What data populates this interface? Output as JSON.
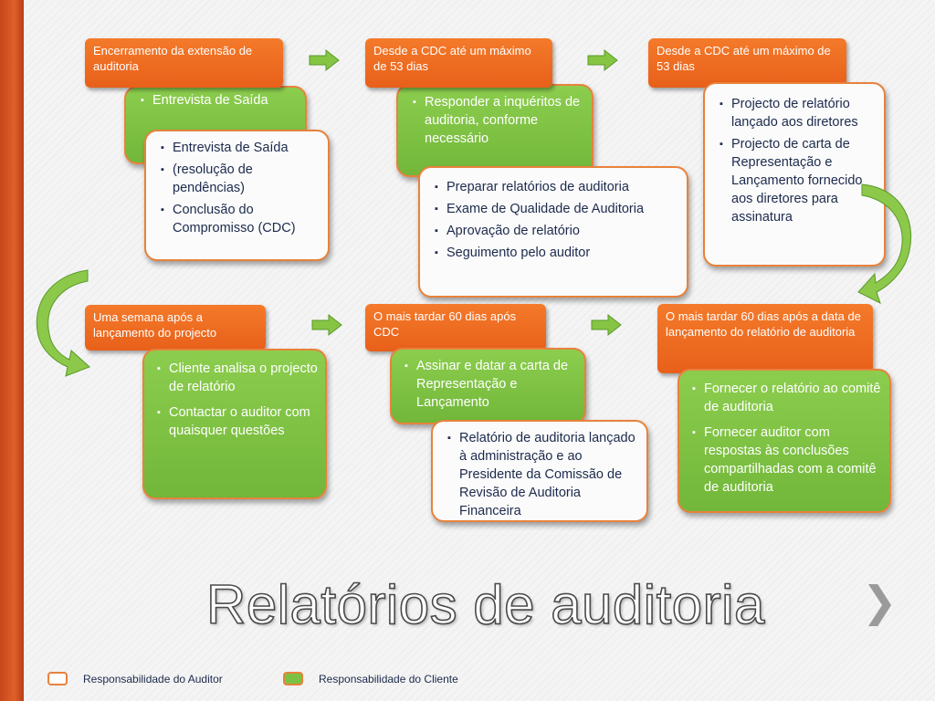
{
  "title": "Relatórios de auditoria",
  "legend": {
    "auditor": "Responsabilidade do Auditor",
    "client": "Responsabilidade do Cliente"
  },
  "row1": {
    "step1": {
      "header": "Encerramento da extensão de auditoria",
      "green": [
        "Entrevista de Saída"
      ],
      "white": [
        "Entrevista de Saída",
        "(resolução de pendências)",
        "Conclusão do Compromisso (CDC)"
      ]
    },
    "step2": {
      "header": "Desde a CDC até um máximo de 53 dias",
      "green": [
        "Responder a inquéritos de auditoria, conforme necessário"
      ],
      "white": [
        "Preparar relatórios de auditoria",
        "Exame de Qualidade de Auditoria",
        "Aprovação de relatório",
        "Seguimento pelo auditor"
      ]
    },
    "step3": {
      "header": "Desde a CDC até um máximo de 53 dias",
      "white": [
        "Projecto de relatório lançado aos diretores",
        "Projecto de carta de Representação e Lançamento fornecido aos diretores para assinatura"
      ]
    }
  },
  "row2": {
    "step1": {
      "header": "Uma semana após a lançamento do projecto",
      "green": [
        "Cliente analisa o projecto  de relatório",
        "Contactar o auditor com quaisquer questões"
      ]
    },
    "step2": {
      "header": "O mais tardar 60 dias após CDC",
      "green": [
        "Assinar e datar a carta de Representação e Lançamento"
      ],
      "white": [
        "Relatório de auditoria lançado à administração e ao Presidente da Comissão de Revisão de Auditoria Financeira"
      ]
    },
    "step3": {
      "header": "O mais tardar 60 dias após a data de lançamento do relatório de auditoria",
      "green": [
        "Fornecer  o relatório ao comitê de auditoria",
        "Fornecer auditor com respostas às conclusões compartilhadas com a comitê de auditoria"
      ]
    }
  },
  "colors": {
    "orange": "#e8601a",
    "green": "#7cc142",
    "navy": "#1c2a4c"
  }
}
